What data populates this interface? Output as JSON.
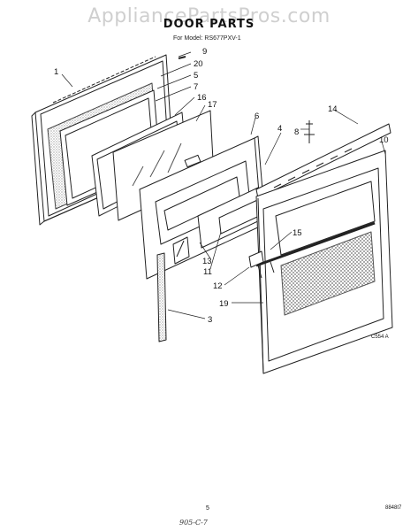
{
  "watermark": "AppliancePartsPros.com",
  "title": "DOOR PARTS",
  "subtitle": "For Model: RS677PXV-1",
  "callouts": [
    "1",
    "9",
    "20",
    "5",
    "7",
    "16",
    "17",
    "6",
    "4",
    "14",
    "10",
    "8",
    "15",
    "13",
    "11",
    "12",
    "19",
    "3"
  ],
  "figure_code": "C554 A",
  "page_number": "5",
  "doc_code": "8848t7",
  "handwritten_note": "905-C-7",
  "colors": {
    "line": "#222222",
    "insulation": "#bdbdbd",
    "watermark": "#cfcfcf"
  }
}
